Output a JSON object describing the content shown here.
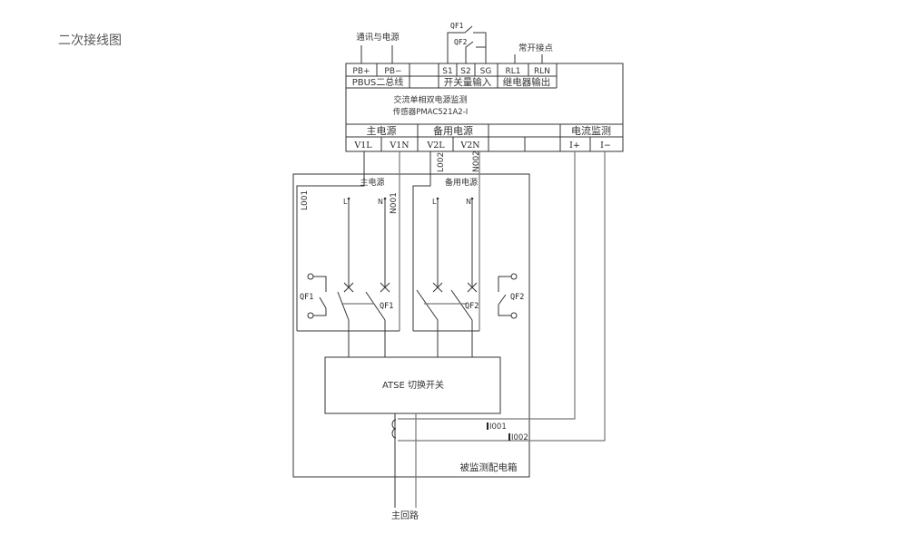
{
  "page_title": "二次接线图",
  "top_labels": {
    "comm_power": "通讯与电源",
    "qf1": "QF1",
    "qf2": "QF2",
    "no_contact": "常开接点"
  },
  "module": {
    "top_terminals": [
      "PB+",
      "PB−",
      "",
      "S1",
      "S2",
      "SG",
      "RL1",
      "RLN"
    ],
    "top_groups": [
      "PBUS二总线",
      "",
      "开关量输入",
      "继电器输出"
    ],
    "title_line1": "交流单相双电源监测",
    "title_line2": "传感器PMAC521A2-I",
    "bottom_groups": [
      "主电源",
      "备用电源",
      "",
      "电流监测"
    ],
    "bottom_terminals": [
      "V1L",
      "V1N",
      "V2L",
      "V2N",
      "",
      "",
      "I+",
      "I−"
    ]
  },
  "wires": {
    "l001": "L001",
    "n001": "N001",
    "l002": "L002",
    "n002": "N002",
    "i001": "I001",
    "i002": "I002"
  },
  "main_source": {
    "label": "主电源",
    "l": "L",
    "n": "N",
    "aux_qf": "QF1",
    "breaker_qf": "QF1"
  },
  "backup_source": {
    "label": "备用电源",
    "l": "L",
    "n": "N",
    "aux_qf": "QF2",
    "breaker_qf": "QF2"
  },
  "atse_label": "ATSE 切换开关",
  "cabinet_label": "被监测配电箱",
  "main_circuit_label": "主回路"
}
